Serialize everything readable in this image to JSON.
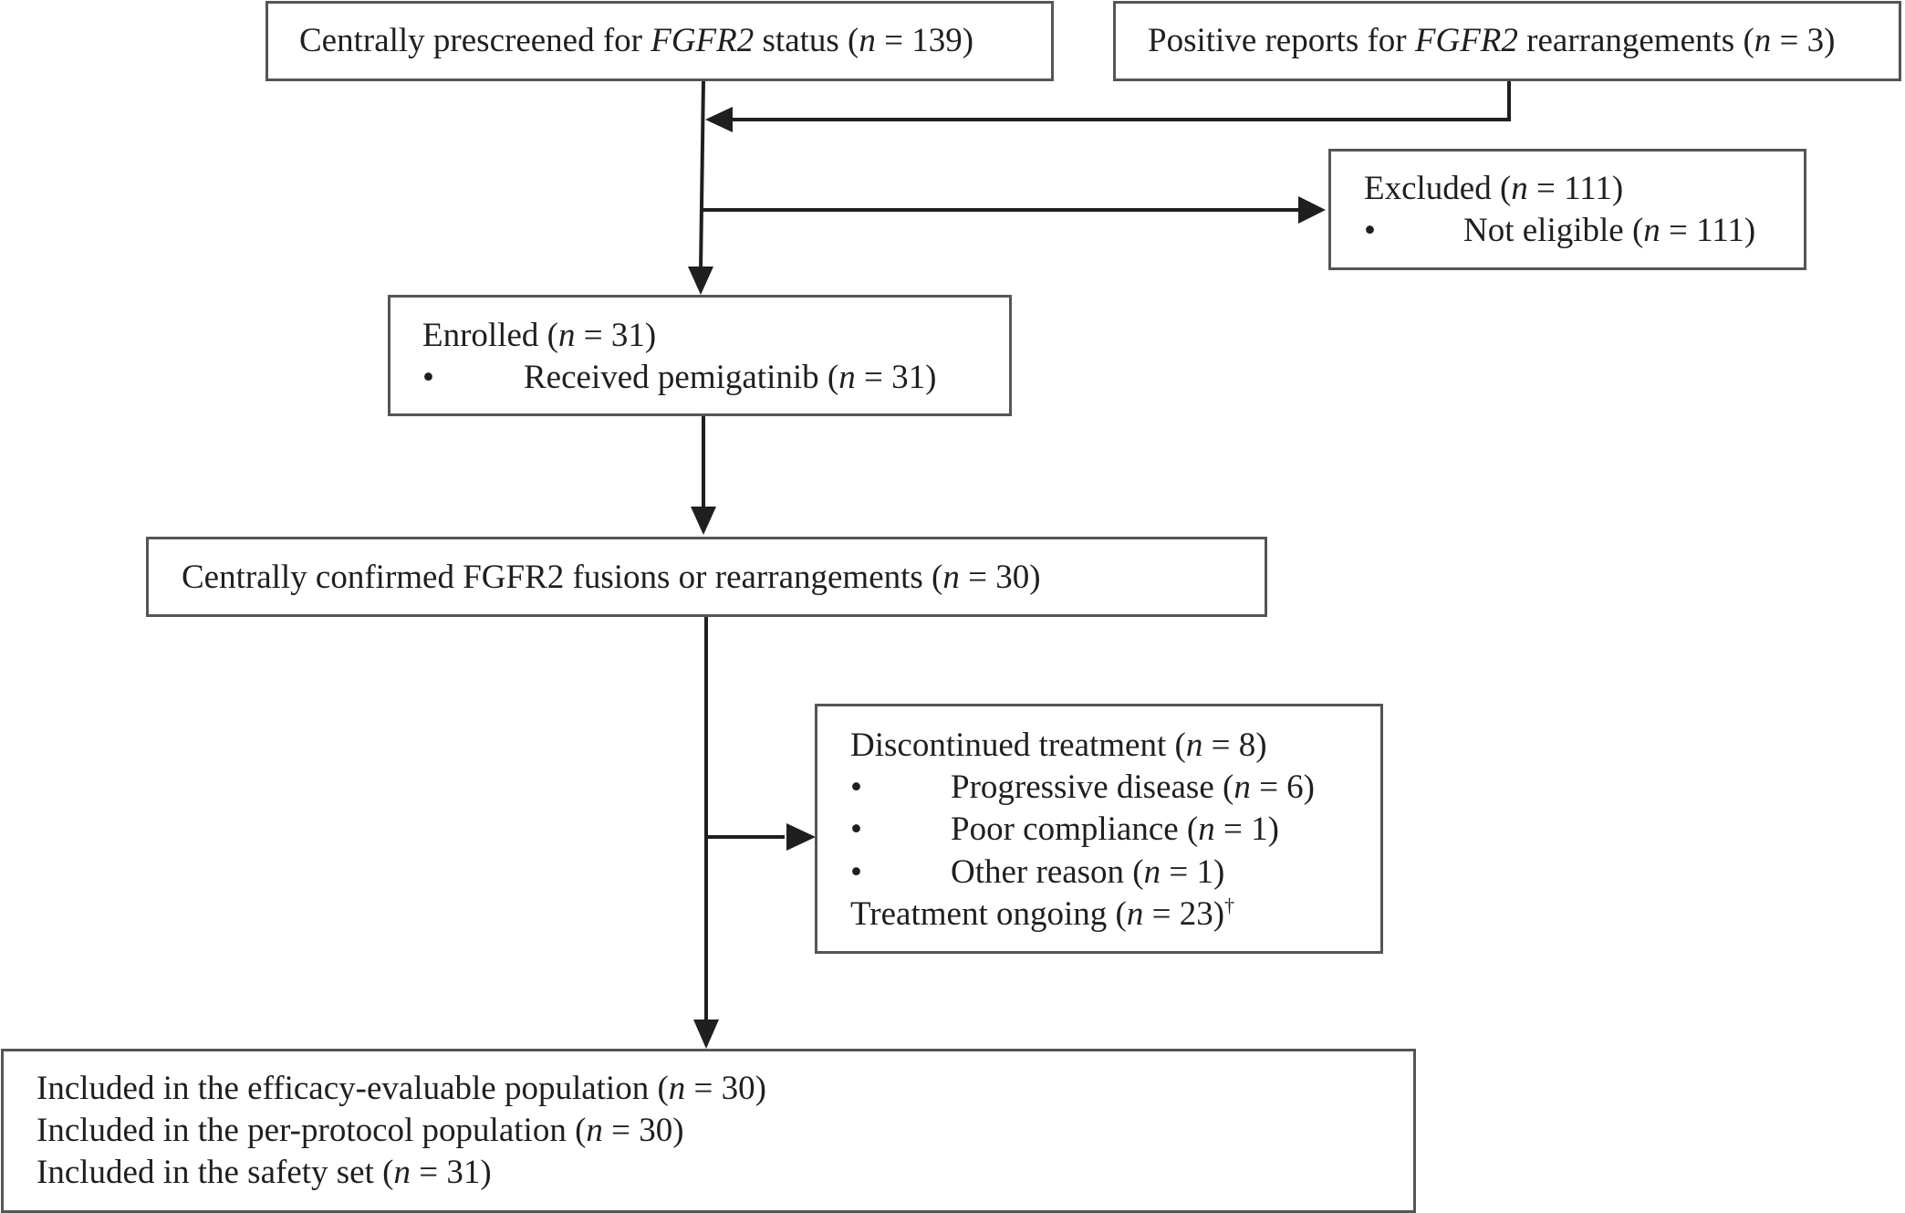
{
  "flowchart": {
    "prescreen": {
      "prefix": "Centrally prescreened for ",
      "gene": "FGFR2",
      "suffix": " status (",
      "n_label": "n",
      "count": " = 139)"
    },
    "positive_reports": {
      "prefix": "Positive reports for ",
      "gene": "FGFR2",
      "suffix": " rearrangements (",
      "n_label": "n",
      "count": " = 3)"
    },
    "excluded": {
      "title": "Excluded (",
      "title_n": "n",
      "title_count": " = 111)",
      "bullet": "•",
      "item": "Not eligible (",
      "item_n": "n",
      "item_count": " = 111)"
    },
    "enrolled": {
      "title": "Enrolled (",
      "title_n": "n",
      "title_count": " = 31)",
      "bullet": "•",
      "item": "Received pemigatinib (",
      "item_n": "n",
      "item_count": " = 31)"
    },
    "confirmed": {
      "text": "Centrally confirmed FGFR2  fusions or rearrangements (",
      "n_label": "n",
      "count": " = 30)"
    },
    "discontinued": {
      "title": "Discontinued treatment (",
      "title_n": "n",
      "title_count": " = 8)",
      "bullet": "•",
      "items": [
        {
          "text": "Progressive disease (",
          "n_label": "n",
          "count": " = 6)"
        },
        {
          "text": "Poor compliance (",
          "n_label": "n",
          "count": " = 1)"
        },
        {
          "text": "Other reason (",
          "n_label": "n",
          "count": " = 1)"
        }
      ],
      "ongoing": "Treatment ongoing (",
      "ongoing_n": "n",
      "ongoing_count": " = 23)",
      "ongoing_mark": "†"
    },
    "included": [
      {
        "text": "Included in the efficacy-evaluable population (",
        "n_label": "n",
        "count": " = 30)"
      },
      {
        "text": "Included in the per-protocol population (",
        "n_label": "n",
        "count": " = 30)"
      },
      {
        "text": "Included in the safety set (",
        "n_label": "n",
        "count": " = 31)"
      }
    ]
  }
}
